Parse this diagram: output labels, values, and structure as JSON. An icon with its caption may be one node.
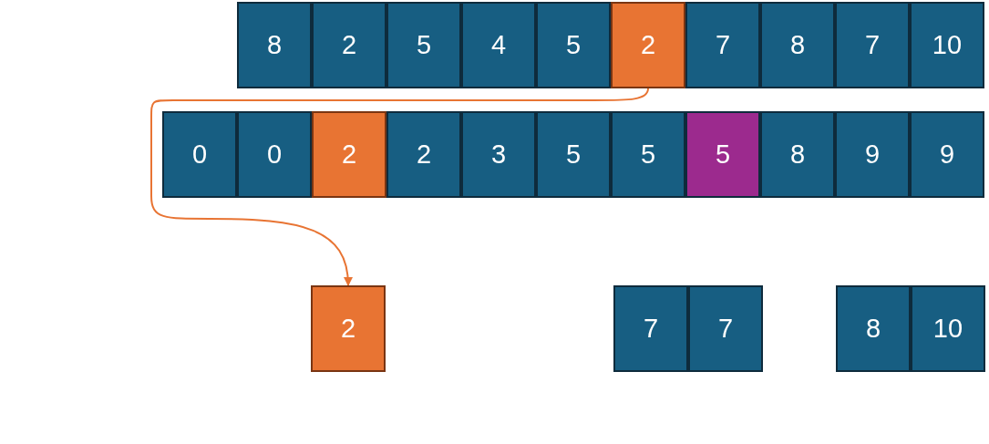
{
  "diagram": {
    "nodes": [
      {
        "text": [
          "8"
        ]
      },
      {
        "text": [
          "2"
        ]
      },
      {
        "text": [
          "5"
        ]
      },
      {
        "text": [
          "4"
        ]
      },
      {
        "text": [
          "5"
        ]
      },
      {
        "text": [
          "2"
        ]
      },
      {
        "text": [
          "7"
        ]
      },
      {
        "text": [
          "8"
        ]
      },
      {
        "text": [
          "7"
        ]
      },
      {
        "text": [
          "10"
        ]
      },
      {
        "text": [
          "0"
        ]
      },
      {
        "text": [
          "0"
        ]
      },
      {
        "text": [
          "2"
        ]
      },
      {
        "text": [
          "2"
        ]
      },
      {
        "text": [
          "3"
        ]
      },
      {
        "text": [
          "5"
        ]
      },
      {
        "text": [
          "5"
        ]
      },
      {
        "text": [
          "5"
        ]
      },
      {
        "text": [
          "8"
        ]
      },
      {
        "text": [
          "9"
        ]
      },
      {
        "text": [
          "9"
        ]
      },
      {
        "text": [
          "2"
        ]
      },
      {
        "text": [
          "7"
        ]
      },
      {
        "text": [
          "7"
        ]
      },
      {
        "text": [
          "8"
        ]
      },
      {
        "text": [
          "10"
        ]
      }
    ],
    "edges": [
      {
        "from": 5,
        "to": 21,
        "arrow": "to",
        "color": "#e87433"
      }
    ]
  }
}
